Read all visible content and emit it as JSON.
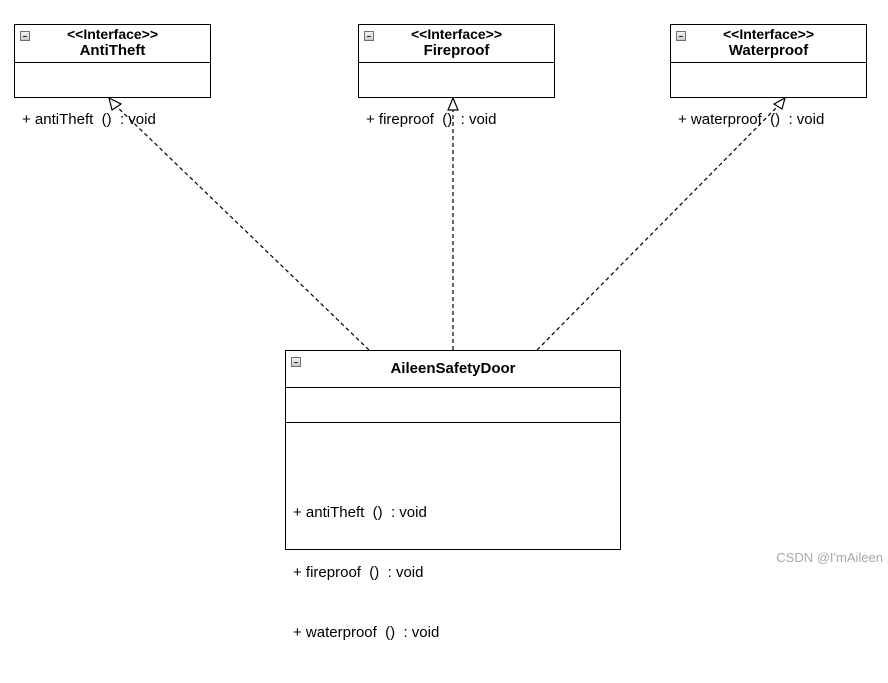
{
  "interfaces": [
    {
      "stereotype": "<<Interface>>",
      "name": "AntiTheft",
      "methods": [
        "+ antiTheft  ()  : void"
      ]
    },
    {
      "stereotype": "<<Interface>>",
      "name": "Fireproof",
      "methods": [
        "+ fireproof  ()  : void"
      ]
    },
    {
      "stereotype": "<<Interface>>",
      "name": "Waterproof",
      "methods": [
        "+ waterproof  ()  : void"
      ]
    }
  ],
  "implementation": {
    "name": "AileenSafetyDoor",
    "attributes": [],
    "methods": [
      "+ antiTheft  ()  : void",
      "+ fireproof  ()  : void",
      "+ waterproof  ()  : void"
    ]
  },
  "relationships": [
    {
      "type": "realization",
      "from": "AileenSafetyDoor",
      "to": "AntiTheft"
    },
    {
      "type": "realization",
      "from": "AileenSafetyDoor",
      "to": "Fireproof"
    },
    {
      "type": "realization",
      "from": "AileenSafetyDoor",
      "to": "Waterproof"
    }
  ],
  "watermark": "CSDN @I'mAileen",
  "icons": {
    "collapse": "collapse-toggle-icon",
    "arrowhead": "hollow-triangle-arrowhead"
  },
  "colors": {
    "line": "#000000",
    "background": "#ffffff",
    "watermark": "#a9a9a9"
  }
}
